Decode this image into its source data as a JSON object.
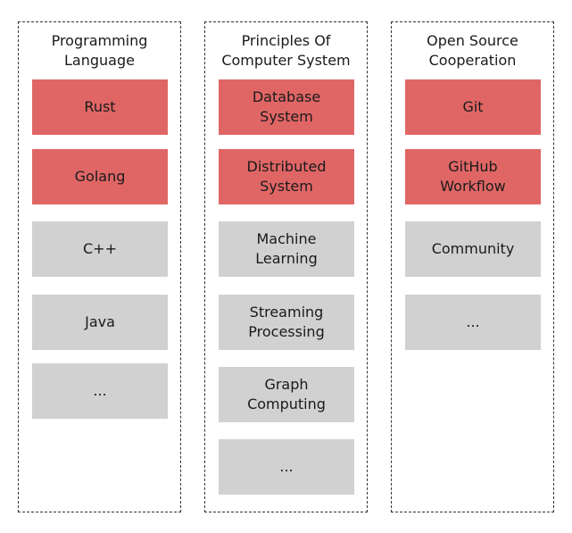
{
  "columns": [
    {
      "title": "Programming\nLanguage",
      "items": [
        {
          "label": "Rust",
          "highlight": true
        },
        {
          "label": "Golang",
          "highlight": true
        },
        {
          "label": "C++",
          "highlight": false
        },
        {
          "label": "Java",
          "highlight": false
        },
        {
          "label": "...",
          "highlight": false
        }
      ]
    },
    {
      "title": "Principles Of\nComputer System",
      "items": [
        {
          "label": "Database\nSystem",
          "highlight": true
        },
        {
          "label": "Distributed\nSystem",
          "highlight": true
        },
        {
          "label": "Machine\nLearning",
          "highlight": false
        },
        {
          "label": "Streaming\nProcessing",
          "highlight": false
        },
        {
          "label": "Graph\nComputing",
          "highlight": false
        },
        {
          "label": "...",
          "highlight": false
        }
      ]
    },
    {
      "title": "Open Source\nCooperation",
      "items": [
        {
          "label": "Git",
          "highlight": true
        },
        {
          "label": "GitHub\nWorkflow",
          "highlight": true
        },
        {
          "label": "Community",
          "highlight": false
        },
        {
          "label": "...",
          "highlight": false
        }
      ]
    }
  ],
  "colors": {
    "highlight": "#e06666",
    "normal": "#d1d1d1",
    "border": "#333333"
  }
}
